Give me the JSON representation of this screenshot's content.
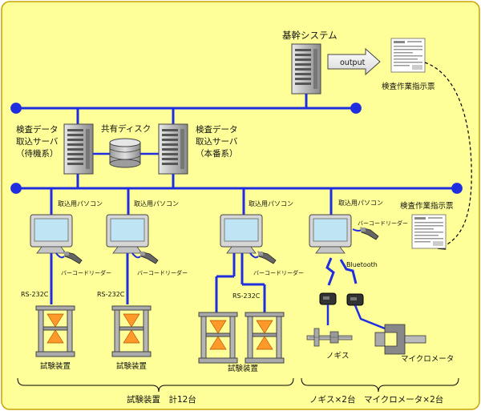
{
  "core": {
    "label": "基幹システム",
    "output": "output",
    "sheet": "検査作業指示票"
  },
  "servers": {
    "standby": [
      "検査データ",
      "取込サーバ",
      "（待機系）"
    ],
    "active": [
      "検査データ",
      "取込サーバ",
      "（本番系）"
    ],
    "disk": "共有ディスク"
  },
  "stations": {
    "pc_label": "取込用パソコン",
    "scanner_label": "バーコードリーダー",
    "rs232c": "RS-232C",
    "device_label": "試験装置",
    "bluetooth": "Bluetooth",
    "sheet": "検査作業指示票",
    "caliper": "ノギス",
    "micrometer": "マイクロメータ"
  },
  "totals": {
    "devices": "試験装置　計12台",
    "gauges": "ノギス×2台　マイクロメータ×2台"
  },
  "colors": {
    "background": "#ffff99",
    "bus": "#1f2fe0",
    "frame": "#c9a400"
  }
}
